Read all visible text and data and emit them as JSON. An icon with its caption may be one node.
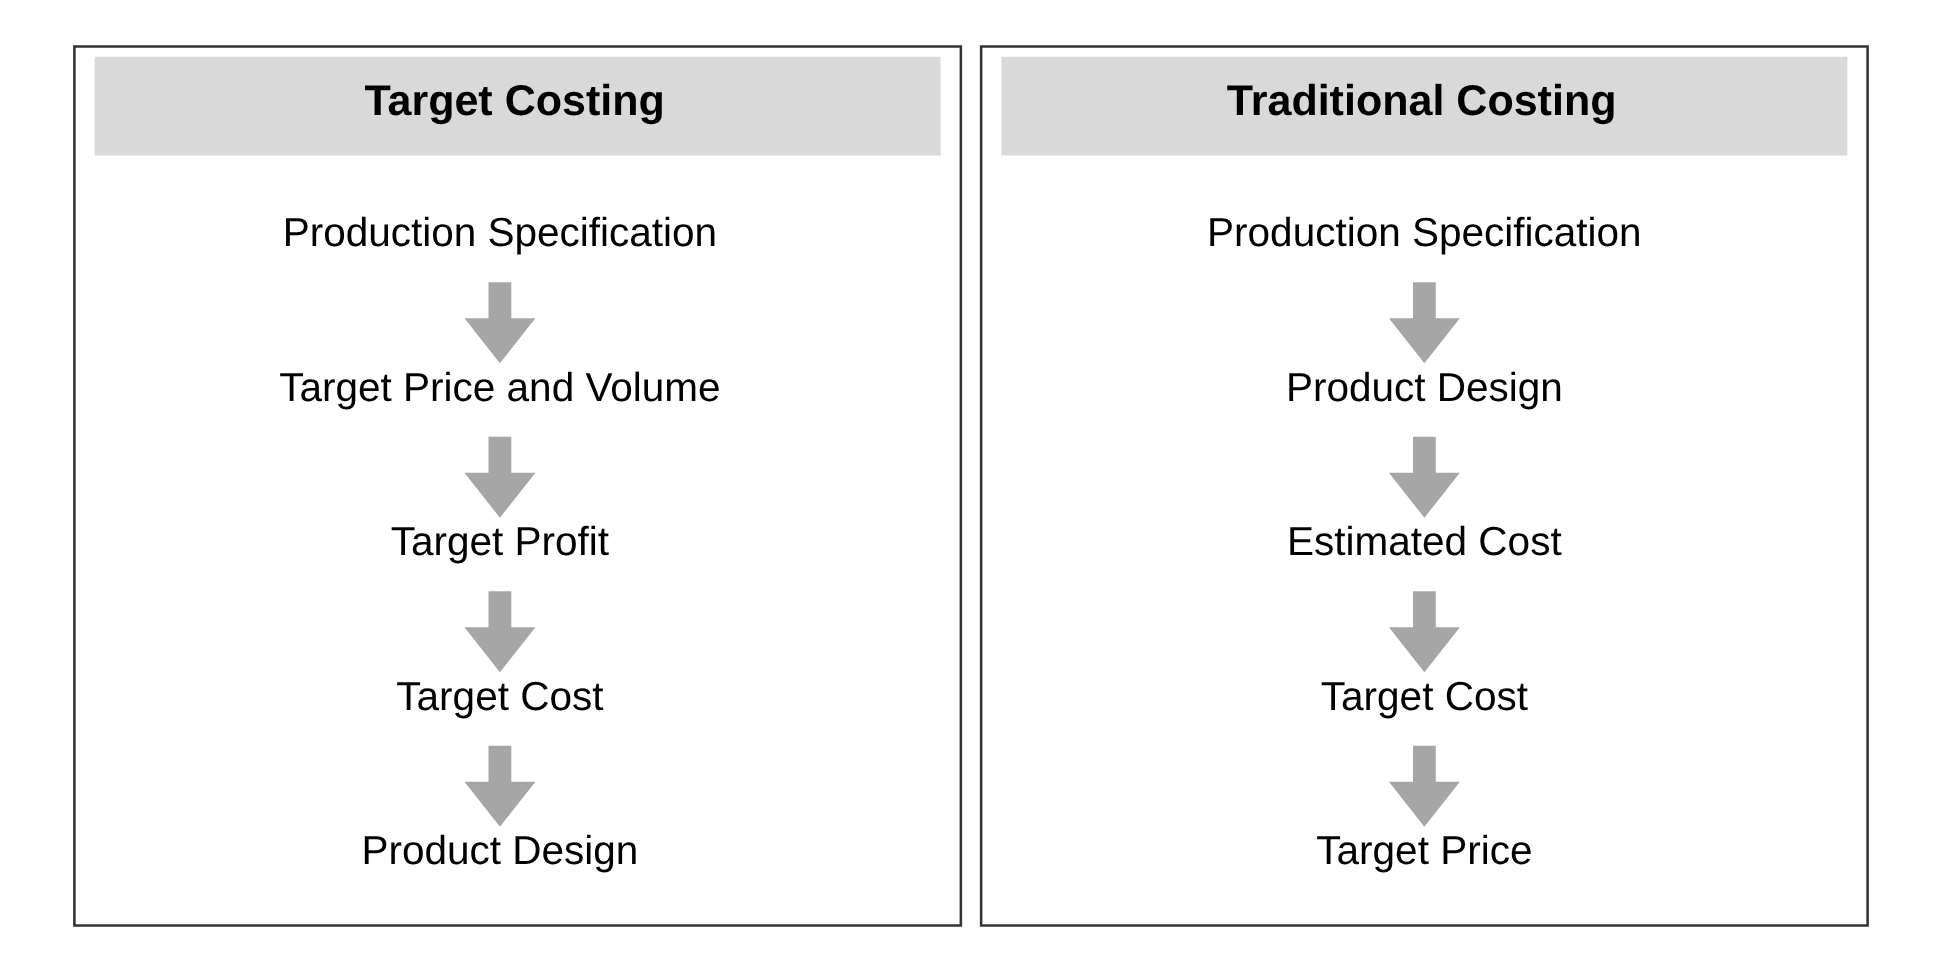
{
  "diagram": {
    "nodes": [
      {
        "text": [
          "Target Costing"
        ]
      },
      {
        "text": [
          "Production Specification"
        ],
        "in": 0
      },
      {
        "text": [
          "Target Price and Volume"
        ],
        "in": 0
      },
      {
        "text": [
          "Target Profit"
        ],
        "in": 0
      },
      {
        "text": [
          "Target Cost"
        ],
        "in": 0
      },
      {
        "text": [
          "Product Design"
        ],
        "in": 0
      },
      {
        "text": [
          "Traditional Costing"
        ]
      },
      {
        "text": [
          "Production Specification"
        ],
        "in": 6
      },
      {
        "text": [
          "Product Design"
        ],
        "in": 6
      },
      {
        "text": [
          "Estimated Cost"
        ],
        "in": 6
      },
      {
        "text": [
          "Target Cost"
        ],
        "in": 6
      },
      {
        "text": [
          "Target Price"
        ],
        "in": 6
      }
    ],
    "edges": [
      {
        "from": 1,
        "to": 2,
        "arrow": "to"
      },
      {
        "from": 2,
        "to": 3,
        "arrow": "to"
      },
      {
        "from": 3,
        "to": 4,
        "arrow": "to"
      },
      {
        "from": 4,
        "to": 5,
        "arrow": "to"
      },
      {
        "from": 7,
        "to": 8,
        "arrow": "to"
      },
      {
        "from": 8,
        "to": 9,
        "arrow": "to"
      },
      {
        "from": 9,
        "to": 10,
        "arrow": "to"
      },
      {
        "from": 10,
        "to": 11,
        "arrow": "to"
      }
    ]
  }
}
